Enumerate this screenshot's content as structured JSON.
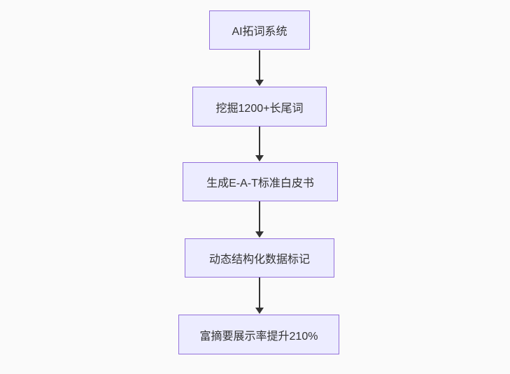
{
  "diagram": {
    "type": "flowchart",
    "direction": "top-down",
    "nodes": [
      {
        "label": "AI拓词系统"
      },
      {
        "label": "挖掘1200+长尾词"
      },
      {
        "label": "生成E-A-T标准白皮书"
      },
      {
        "label": "动态结构化数据标记"
      },
      {
        "label": "富摘要展示率提升210%"
      }
    ],
    "edges": [
      {
        "from": "AI拓词系统",
        "to": "挖掘1200+长尾词"
      },
      {
        "from": "挖掘1200+长尾词",
        "to": "生成E-A-T标准白皮书"
      },
      {
        "from": "生成E-A-T标准白皮书",
        "to": "动态结构化数据标记"
      },
      {
        "from": "动态结构化数据标记",
        "to": "富摘要展示率提升210%"
      }
    ],
    "colors": {
      "node_fill": "#ECECFF",
      "node_border": "#9370DB",
      "arrow": "#333333",
      "text": "#333333",
      "background": "#FAFAFA"
    }
  }
}
